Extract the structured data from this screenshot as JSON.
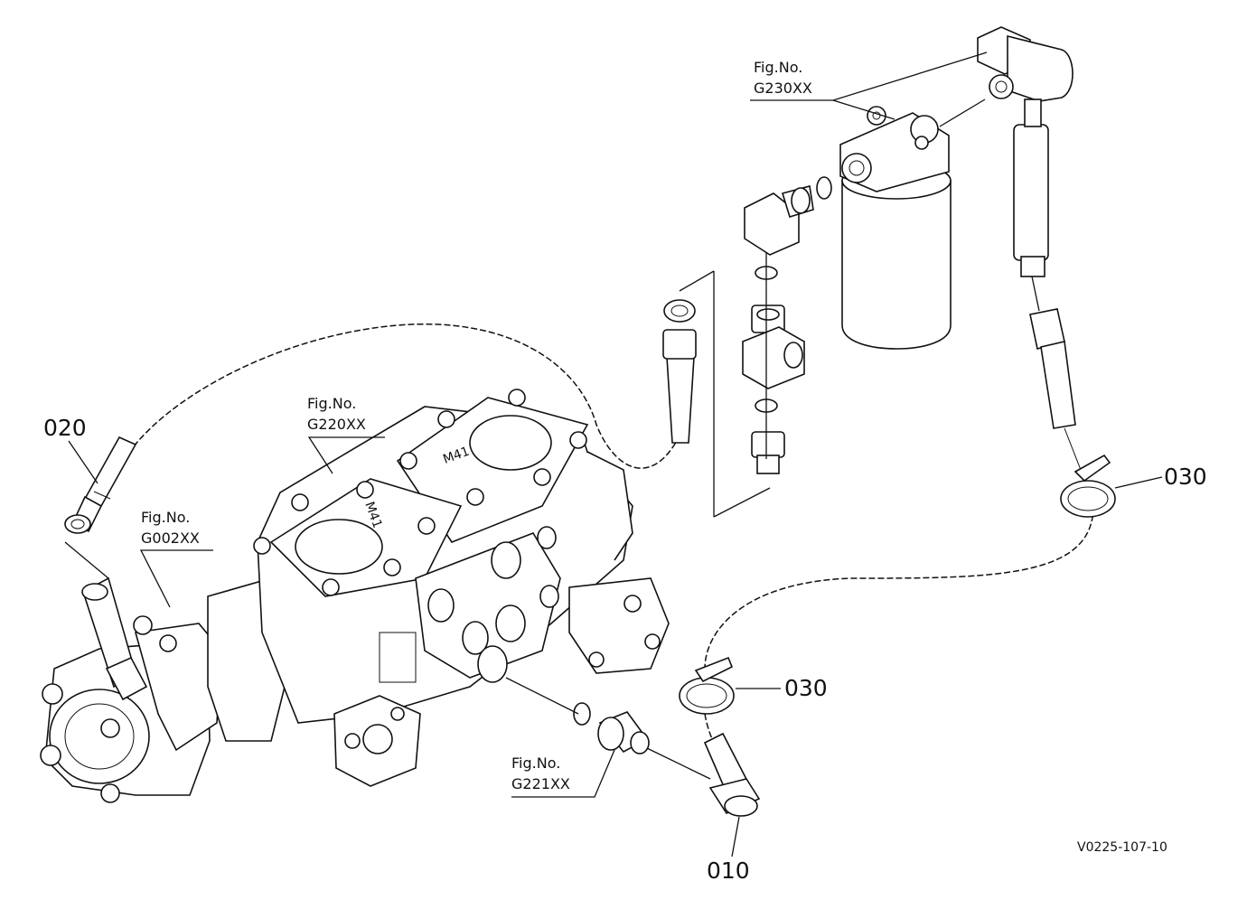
{
  "callouts": {
    "part_020": "020",
    "part_030_upper": "030",
    "part_030_lower": "030",
    "part_010": "010"
  },
  "figure_refs": {
    "g230": {
      "line1": "Fig.No.",
      "line2": "G230XX"
    },
    "g220": {
      "line1": "Fig.No.",
      "line2": "G220XX"
    },
    "g002": {
      "line1": "Fig.No.",
      "line2": "G002XX"
    },
    "g221": {
      "line1": "Fig.No.",
      "line2": "G221XX"
    }
  },
  "valve_marking": "M41",
  "drawing_code": "V0225-107-10"
}
